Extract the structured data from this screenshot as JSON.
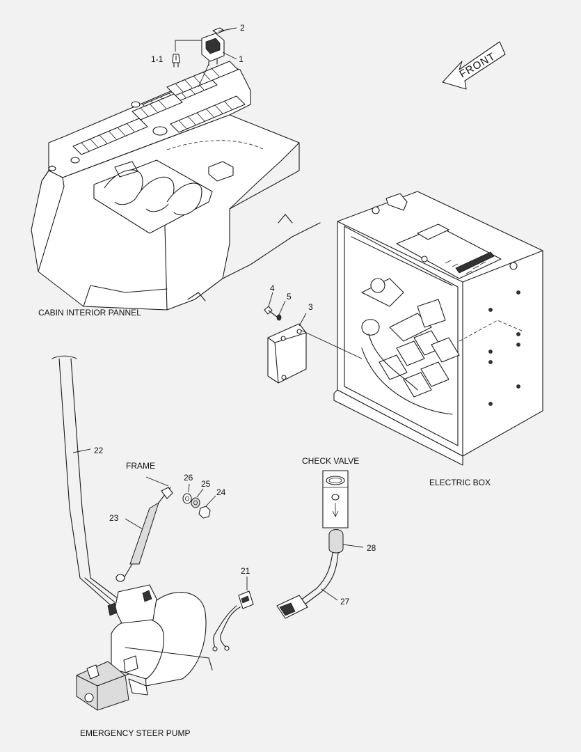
{
  "labels": {
    "cabin": "CABIN INTERIOR PANNEL",
    "frame": "FRAME",
    "check_valve": "CHECK VALVE",
    "electric_box": "ELECTRIC BOX",
    "pump": "EMERGENCY STEER PUMP",
    "front": "FRONT"
  },
  "callouts": {
    "c1": "1",
    "c1_1": "1-1",
    "c2": "2",
    "c3": "3",
    "c4": "4",
    "c5": "5",
    "c21": "21",
    "c22": "22",
    "c23": "23",
    "c24": "24",
    "c25": "25",
    "c26": "26",
    "c27": "27",
    "c28": "28"
  }
}
